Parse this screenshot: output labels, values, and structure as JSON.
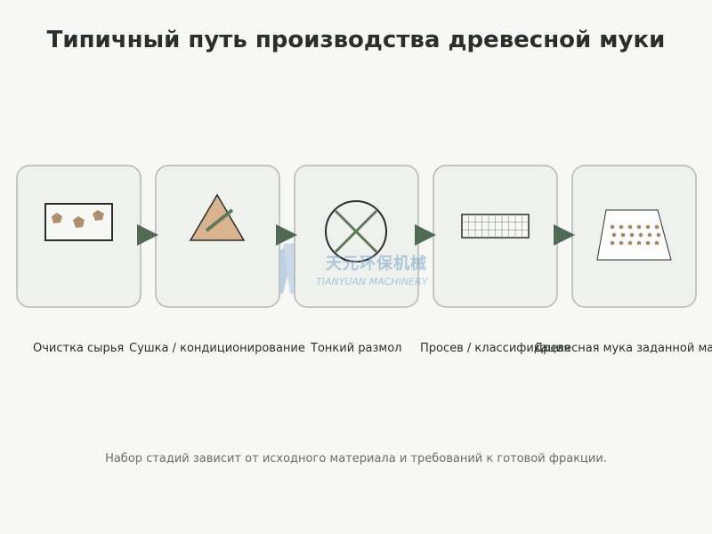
{
  "title": "Типичный путь производства древесной муки",
  "steps": [
    {
      "label": "Очистка сырья",
      "icon": "cleaning-icon"
    },
    {
      "label": "Сушка / кондиционирование",
      "icon": "drying-icon"
    },
    {
      "label": "Тонкий размол",
      "icon": "milling-icon"
    },
    {
      "label": "Просев / классификация",
      "icon": "sieve-icon"
    },
    {
      "label": "Древесная мука заданной марки",
      "icon": "flour-icon"
    }
  ],
  "note": "Набор стадий зависит от исходного материала и требований к готовой фракции.",
  "watermark": {
    "cn": "天元环保机械",
    "en": "TIANYUAN MACHINERY"
  },
  "colors": {
    "card_fill": "#eef1ec",
    "card_stroke": "#b4b8b2",
    "arrow": "#4f6b53",
    "accent_green": "#5e7a5b",
    "wood": "#d9b48f",
    "dot": "#a98a66"
  }
}
